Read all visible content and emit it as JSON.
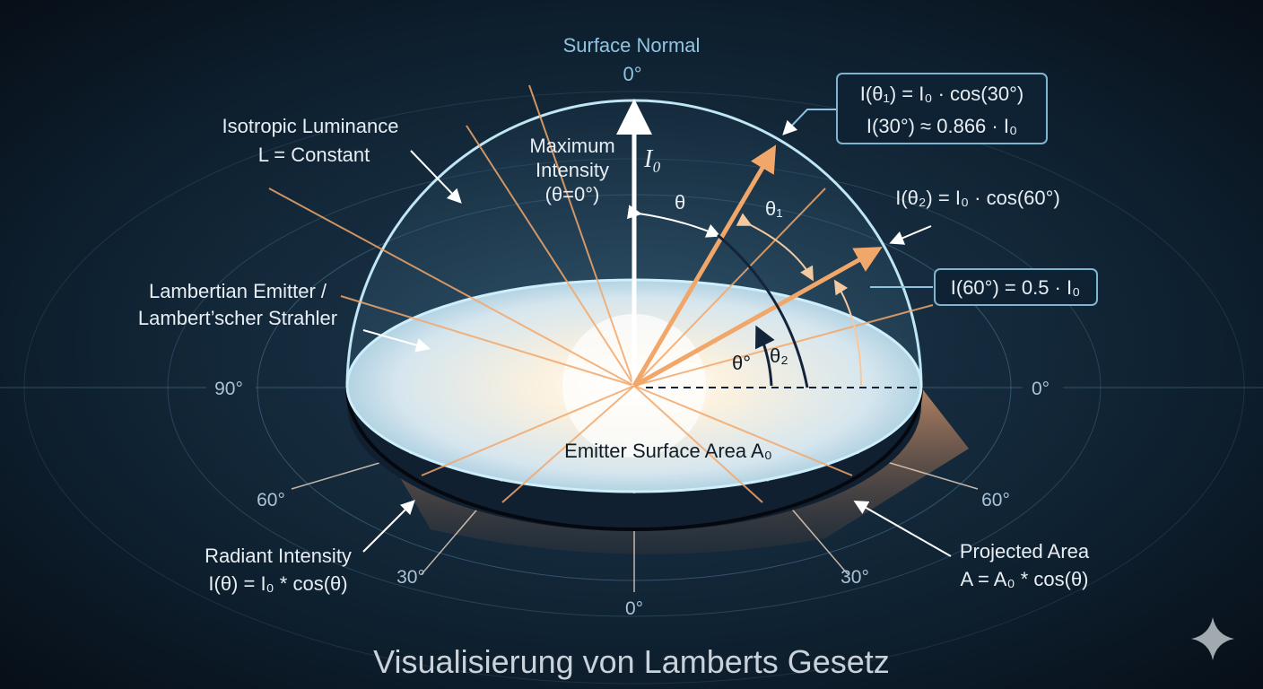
{
  "title": "Visualisierung von Lamberts Gesetz",
  "labels": {
    "surface_normal": "Surface Normal",
    "normal_angle": "0°",
    "isotropic_1": "Isotropic Luminance",
    "isotropic_2": "L = Constant",
    "max_1": "Maximum",
    "max_2": "Intensity",
    "max_3": "(θ=0°)",
    "i0": "I₀",
    "theta": "θ",
    "theta1": "θ₁",
    "theta2": "θ₂",
    "theta_deg": "θ°",
    "emitter_1": "Lambertian Emitter /",
    "emitter_2": "Lambert’scher Strahler",
    "surface_area": "Emitter Surface Area A₀",
    "radiant_1": "Radiant Intensity",
    "radiant_2": "I(θ) = I₀ * cos(θ)",
    "projected_1": "Projected Area",
    "projected_2": "A = A₀ * cos(θ)",
    "eq_box1_1": "I(θ₁) = I₀ · cos(30°)",
    "eq_box1_2": "I(30°) ≈ 0.866 · I₀",
    "eq_theta2": "I(θ₂) = I₀ · cos(60°)",
    "eq_box2": "I(60°) = 0.5 · I₀"
  },
  "angles": {
    "left_90": "90°",
    "right_0": "0°",
    "left_60": "60°",
    "right_60": "60°",
    "left_30": "30°",
    "right_30": "30°",
    "bottom_0": "0°"
  },
  "colors": {
    "ray": "#f2a76a",
    "dome": "#bfe6f5",
    "background": "#0b1622"
  }
}
